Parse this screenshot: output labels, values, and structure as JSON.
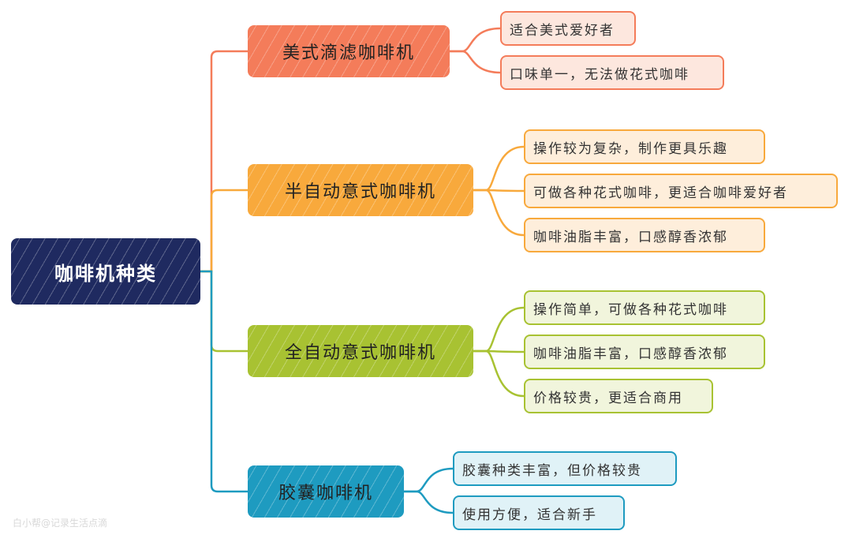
{
  "root": {
    "label": "咖啡机种类",
    "color": "#1f2a60"
  },
  "branches": [
    {
      "label": "美式滴滤咖啡机",
      "color": "#f47c5a",
      "light": "#fde7de",
      "leaves": [
        "适合美式爱好者",
        "口味单一，无法做花式咖啡"
      ]
    },
    {
      "label": "半自动意式咖啡机",
      "color": "#f8a93c",
      "light": "#feeedb",
      "leaves": [
        "操作较为复杂，制作更具乐趣",
        "可做各种花式咖啡，更适合咖啡爱好者",
        "咖啡油脂丰富，口感醇香浓郁"
      ]
    },
    {
      "label": "全自动意式咖啡机",
      "color": "#a8c232",
      "light": "#f1f5dc",
      "leaves": [
        "操作简单，可做各种花式咖啡",
        "咖啡油脂丰富，口感醇香浓郁",
        "价格较贵，更适合商用"
      ]
    },
    {
      "label": "胶囊咖啡机",
      "color": "#1e9bc0",
      "light": "#e0f2f7",
      "leaves": [
        "胶囊种类丰富，但价格较贵",
        "使用方便，适合新手"
      ]
    }
  ],
  "watermark": "白小帮@记录生活点滴"
}
